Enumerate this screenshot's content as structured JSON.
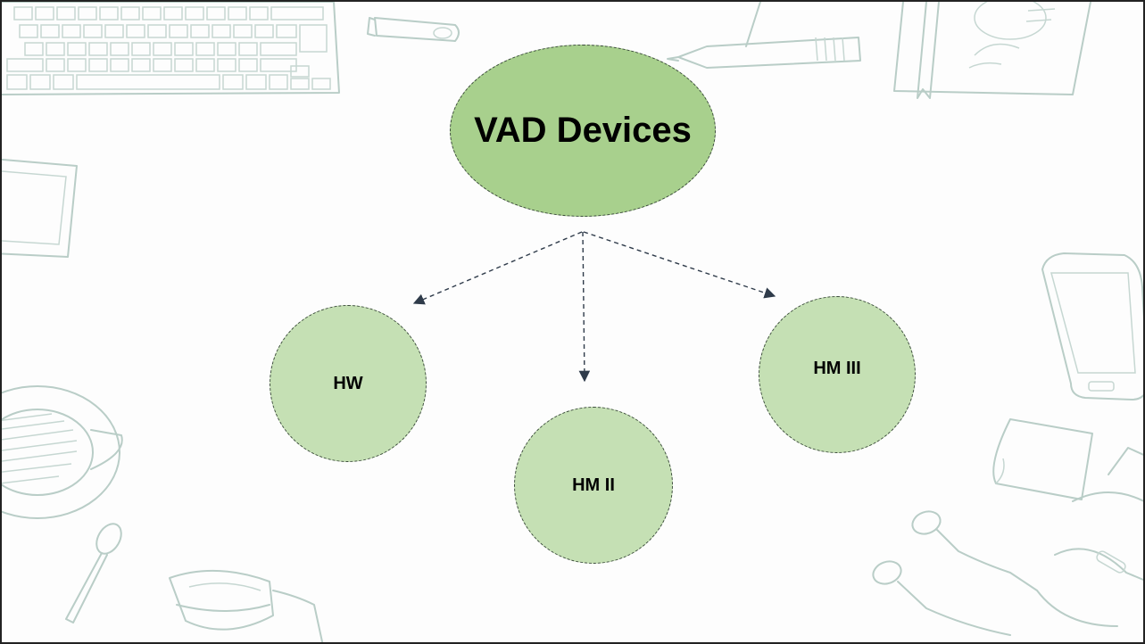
{
  "diagram": {
    "root": {
      "label": "VAD Devices"
    },
    "children": [
      {
        "id": "hw",
        "label": "HW"
      },
      {
        "id": "hm2",
        "label": "HM II"
      },
      {
        "id": "hm3",
        "label": "HM III"
      }
    ]
  },
  "colors": {
    "root_fill": "#a8d08d",
    "child_fill": "#c5e0b4",
    "arrow": "#2f3b4a",
    "background_sketch": "#b9cdc7"
  },
  "background_icons": [
    "keyboard-icon",
    "usb-drive-icon",
    "pen-icon",
    "notebook-icon",
    "tablet-icon",
    "coffee-cup-icon",
    "spoon-icon",
    "glasses-icon",
    "smartphone-icon",
    "sticky-note-icon",
    "earphones-icon"
  ]
}
